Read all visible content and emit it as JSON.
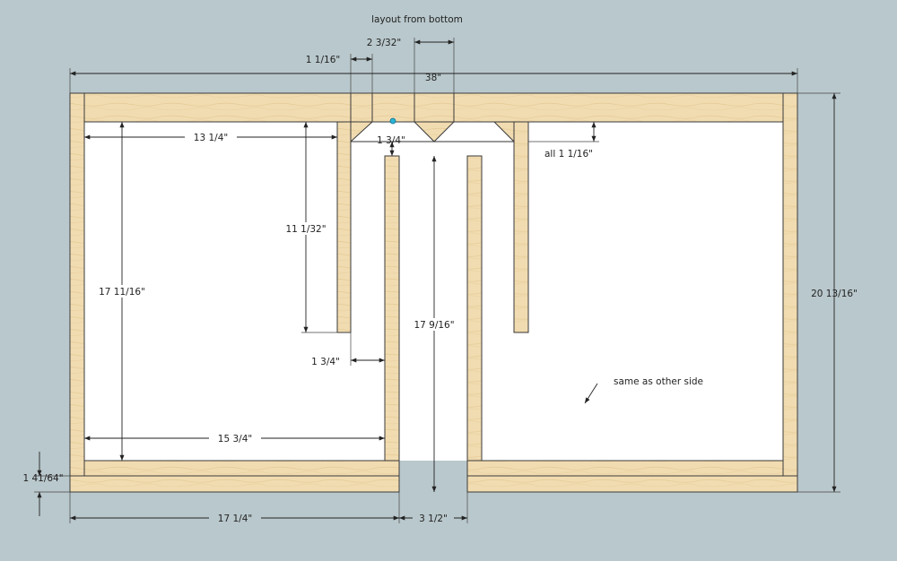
{
  "diagram": {
    "title": "layout from bottom",
    "note": "same as other side",
    "colors": {
      "background": "#b9c8cc",
      "wood": "#f1dcb1",
      "interior": "#ffffff",
      "marker": "#2ab3d6"
    },
    "dimensions": {
      "overall_width": "38\"",
      "overall_height": "20 13/16\"",
      "inner_width_top_left": "13 1/4\"",
      "inner_height_left": "17 11/16\"",
      "inner_width_bottom_left": "15 3/4\"",
      "bottom_rail": "1 41/64\"",
      "bottom_left_span": "17 1/4\"",
      "center_gap": "3 1/2\"",
      "port_height": "17 9/16\"",
      "short_divider": "11 1/32\"",
      "divider_spacing": "1 3/4\"",
      "brace_offset": "1 3/4\"",
      "brace_width": "1 1/16\"",
      "brace_depth_all": "all 1 1/16\"",
      "center_brace_width": "2 3/32\""
    }
  }
}
